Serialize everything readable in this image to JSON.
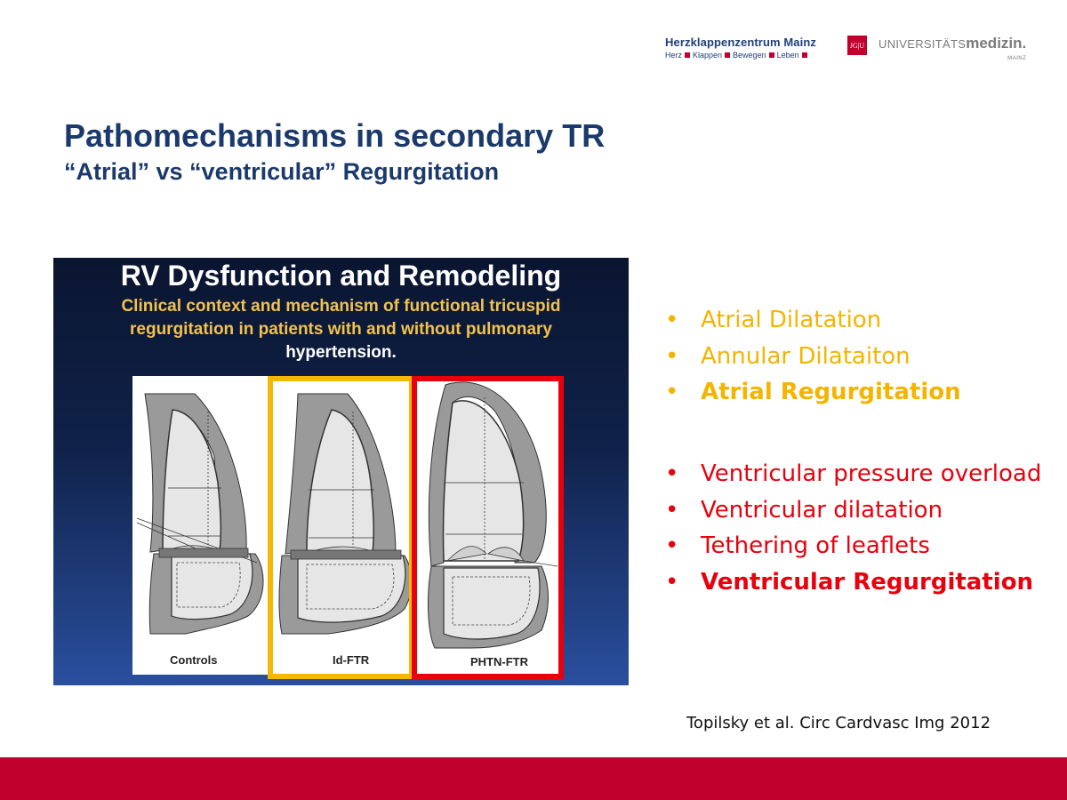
{
  "header": {
    "logo_primary_name": "Herzklappenzentrum Mainz",
    "logo_primary_tagline": [
      "Herz",
      "Klappen",
      "Bewegen",
      "Leben"
    ],
    "logo_jgu": "JG|U",
    "logo_secondary_prefix": "UNIVERSITÄTS",
    "logo_secondary_main": "medizin.",
    "logo_secondary_city": "MAINZ"
  },
  "slide": {
    "title": "Pathomechanisms in secondary TR",
    "subtitle": "“Atrial” vs “ventricular” Regurgitation"
  },
  "figure": {
    "title": "RV  Dysfunction and Remodeling",
    "subtitle_line1": "Clinical context and mechanism of functional tricuspid",
    "subtitle_line2": "regurgitation in patients with and without pulmonary",
    "subtitle_line3": "hypertension.",
    "panels": [
      {
        "label": "Controls"
      },
      {
        "label": "Id-FTR"
      },
      {
        "label": "PHTN-FTR"
      }
    ]
  },
  "bullets_atrial": [
    {
      "text": "Atrial Dilatation",
      "bold": false
    },
    {
      "text": "Annular Dilataiton",
      "bold": false
    },
    {
      "text": "Atrial Regurgitation",
      "bold": true
    }
  ],
  "bullets_ventricular": [
    {
      "text": "Ventricular pressure overload",
      "bold": false
    },
    {
      "text": "Ventricular dilatation",
      "bold": false
    },
    {
      "text": "Tethering of leaflets",
      "bold": false
    },
    {
      "text": "Ventricular Regurgitation",
      "bold": true
    }
  ],
  "citation": "Topilsky et al. Circ Cardvasc Img  2012",
  "colors": {
    "title_blue": "#1b3a6b",
    "atrial_yellow": "#f4b400",
    "ventricular_red": "#e8000d",
    "footer_red": "#c0002d"
  }
}
